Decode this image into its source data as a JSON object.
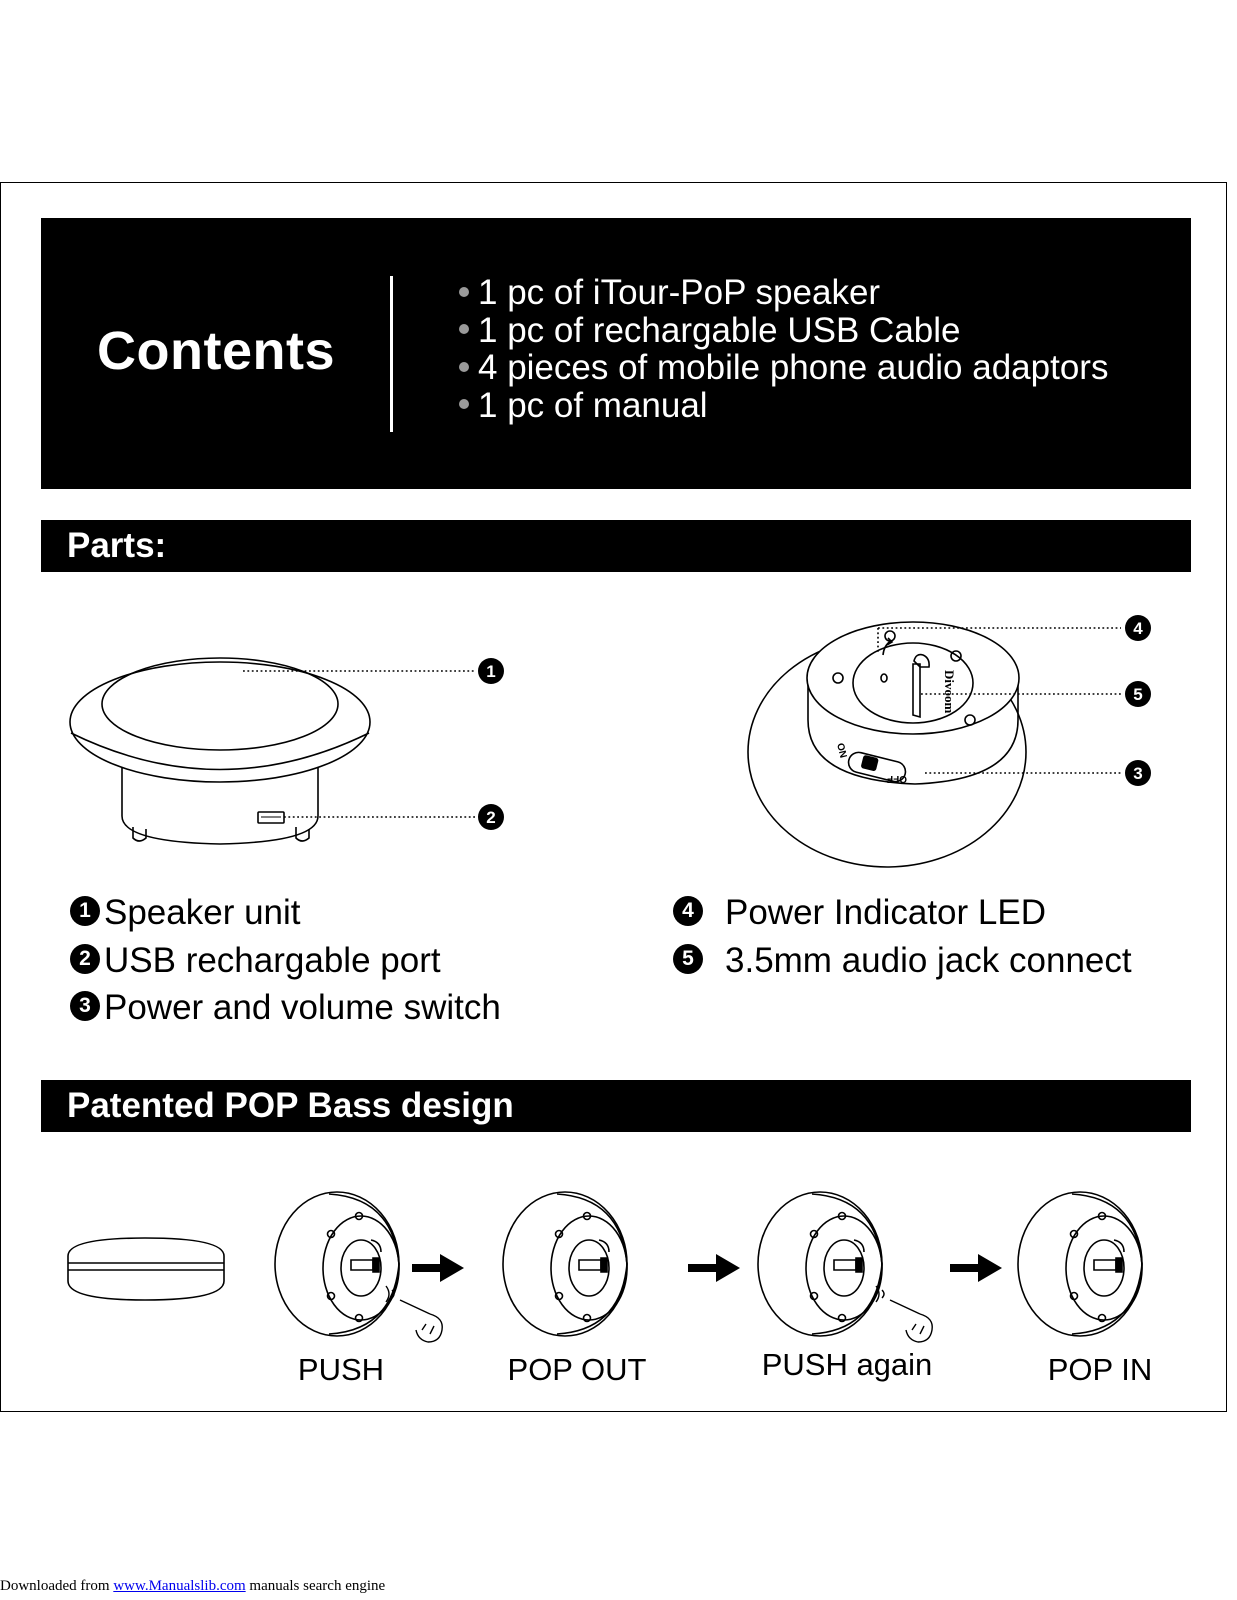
{
  "contents": {
    "title": "Contents",
    "items": [
      "1 pc of iTour-PoP  speaker",
      "1 pc of rechargable USB Cable",
      "4 pieces of mobile phone audio adaptors",
      "1 pc of manual"
    ]
  },
  "parts": {
    "heading": "Parts:",
    "callouts": [
      "1",
      "2",
      "3",
      "4",
      "5"
    ],
    "legend": [
      {
        "num": "1",
        "label": "Speaker unit"
      },
      {
        "num": "2",
        "label": "USB rechargable port"
      },
      {
        "num": "3",
        "label": "Power and volume switch"
      },
      {
        "num": "4",
        "label": "Power Indicator LED"
      },
      {
        "num": "5",
        "label": "3.5mm audio jack connect"
      }
    ],
    "switch_on": "ON",
    "switch_off": "OFF",
    "brand": "Divoom"
  },
  "pop": {
    "heading": "Patented POP Bass design",
    "steps": [
      "PUSH",
      "POP OUT",
      "PUSH again",
      "POP IN"
    ]
  },
  "footer": {
    "prefix": "Downloaded from ",
    "link": "www.Manualslib.com",
    "suffix": "  manuals search engine"
  },
  "colors": {
    "bar": "#000000",
    "bar_text": "#ffffff",
    "bullet": "#9a9a9a",
    "link": "#0000ee"
  }
}
